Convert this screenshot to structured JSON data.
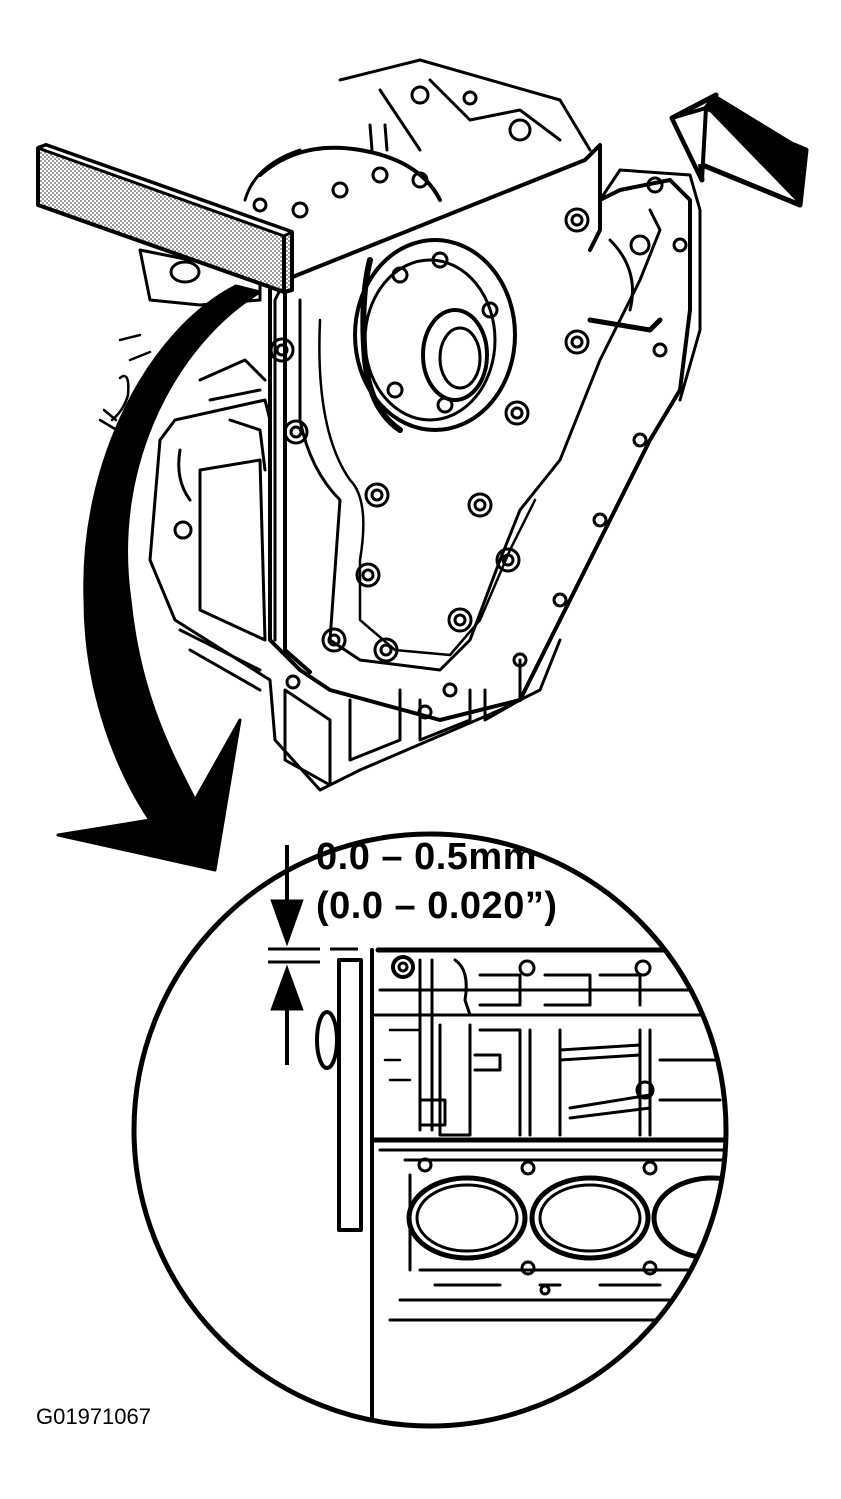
{
  "annotation": {
    "clearance_metric": "0.0  –  0.5mm",
    "clearance_imperial": "(0.0  –  0.020”)"
  },
  "figure_code": "G01971067",
  "icons": [
    "view-direction-arrow-icon",
    "zoom-callout-arrow-icon",
    "dimension-arrow-icon"
  ],
  "colors": {
    "ink": "#000000",
    "paper": "#ffffff",
    "stipple": "#bdbdbd"
  }
}
